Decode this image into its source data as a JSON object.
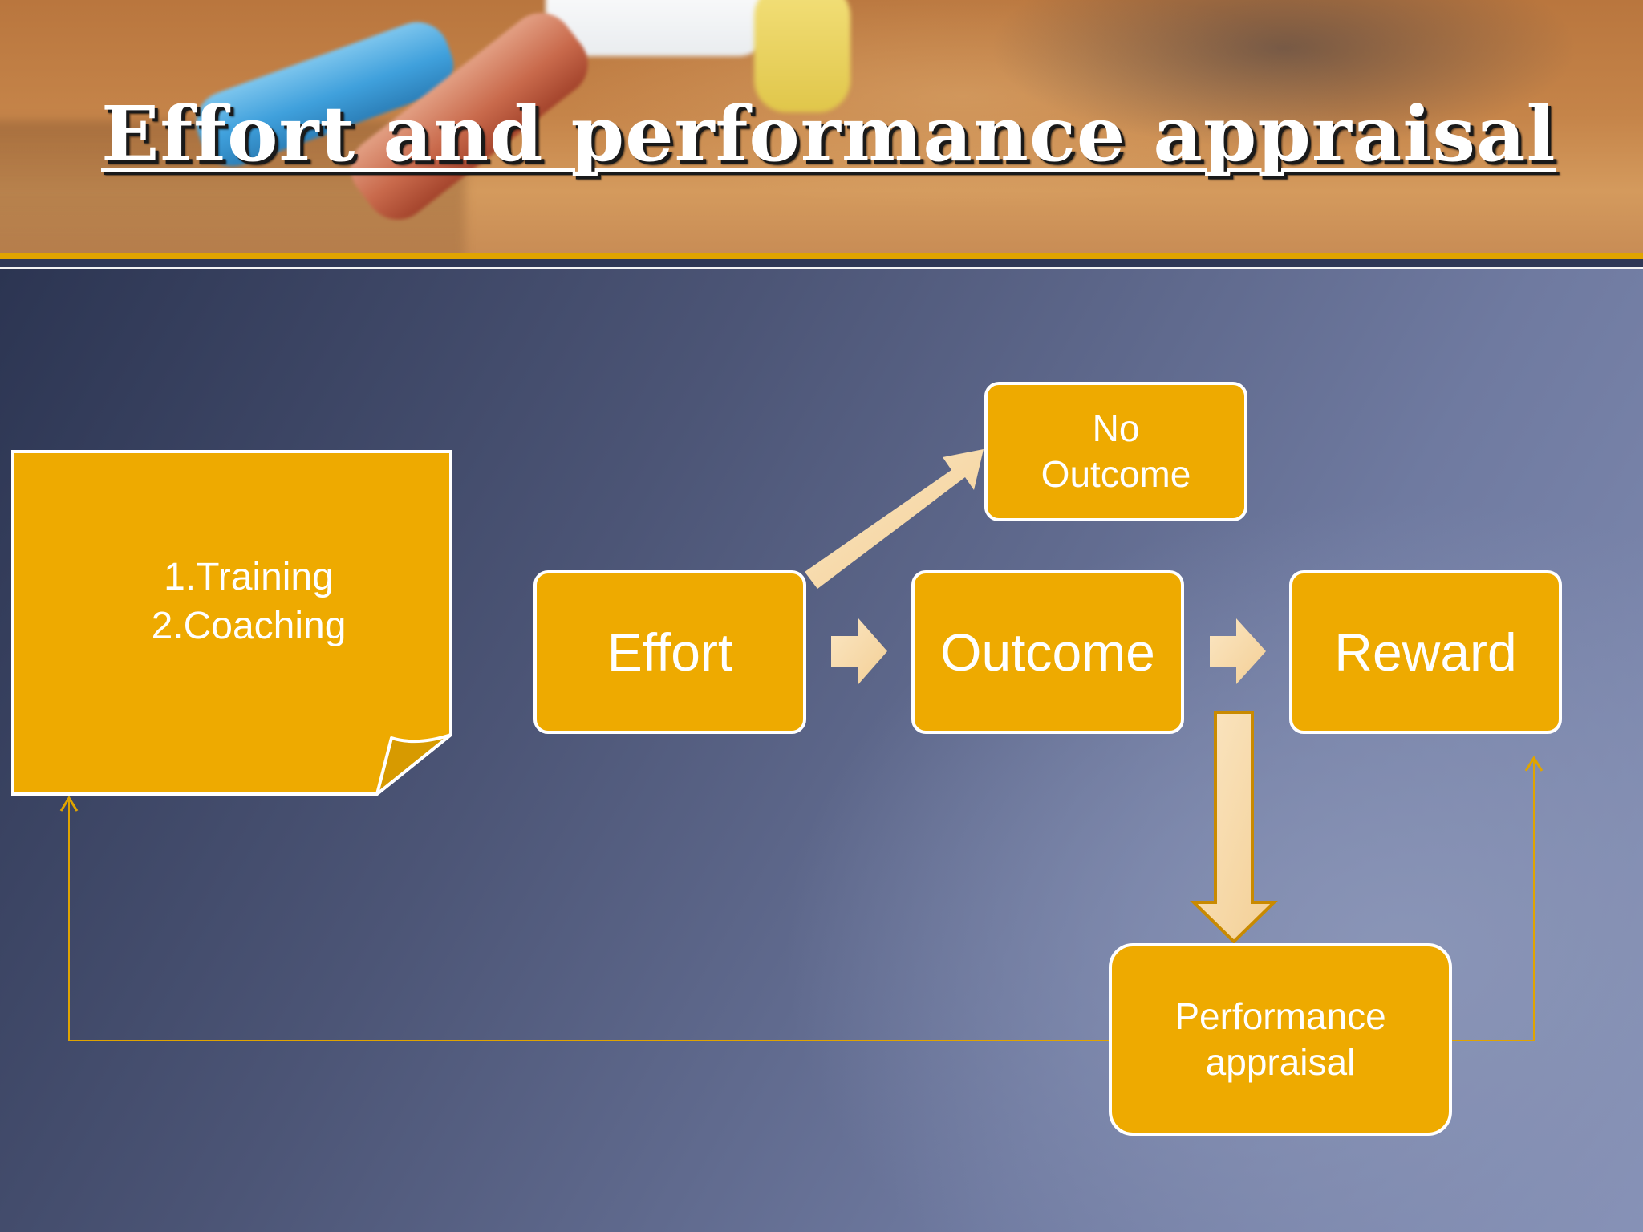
{
  "slide": {
    "title": "Effort and performance appraisal"
  },
  "colors": {
    "box_fill": "#EEAA00",
    "box_border": "#FFFFFF",
    "arrow_fill": "#F8D9A8",
    "connector": "#E0A400",
    "background": "#4C5576"
  },
  "diagram": {
    "note": {
      "line1": "1.Training",
      "line2": "2.Coaching"
    },
    "nodes": {
      "effort": "Effort",
      "outcome": "Outcome",
      "reward": "Reward",
      "no_outcome": {
        "line1": "No",
        "line2": "Outcome"
      },
      "performance_appraisal": {
        "line1": "Performance",
        "line2": "appraisal"
      }
    },
    "edges": [
      {
        "from": "Effort",
        "to": "No Outcome"
      },
      {
        "from": "Effort",
        "to": "Outcome"
      },
      {
        "from": "Outcome",
        "to": "Reward"
      },
      {
        "from": "Outcome",
        "to": "Performance appraisal"
      },
      {
        "from": "Performance appraisal",
        "to": "Reward"
      },
      {
        "from": "Performance appraisal",
        "to": "1.Training 2.Coaching"
      }
    ]
  }
}
